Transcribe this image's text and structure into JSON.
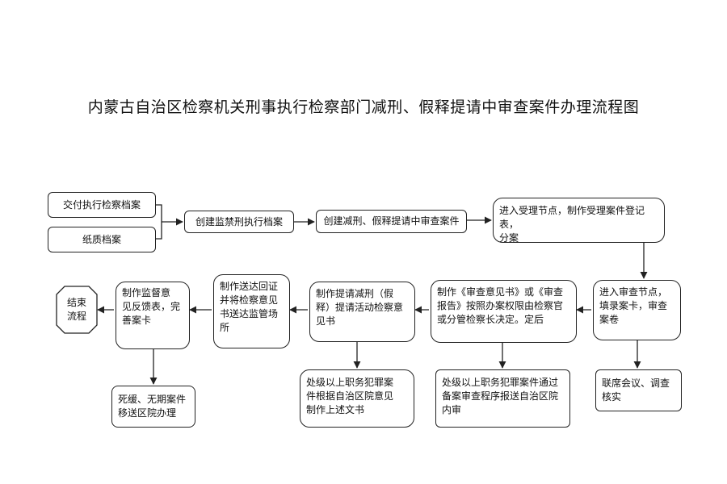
{
  "title": "内蒙古自治区检察机关刑事执行检察部门减刑、假释提请中审查案件办理流程图",
  "nodes": {
    "deliver_archive": "交付执行检察档案",
    "paper_archive": "纸质档案",
    "create_prison_archive": "创建监禁刑执行档案",
    "create_case": "创建减刑、假释提请中审查案件",
    "accept_node": "进入受理节点，制作受理案件登记表，\n分案",
    "review_node": "进入审查节点，\n填录案卡，审查\n案卷",
    "joint_meeting": "联席会议、调查\n核实",
    "make_opinion": "制作《审查意见书》或《审查\n报告》按照办案权限由检察官\n或分管检察长决定。定后",
    "report_region": "处级以上职务犯罪案件通过\n备案审查程序报送自治区院\n内审",
    "make_proposal": "制作提请减刑（假\n释）提请活动检察意\n见书",
    "per_region_opinion": "处级以上职务犯罪案\n件根据自治区院意见\n制作上述文书",
    "deliver_receipt": "制作送达回证\n并将检察意见\n书送达监管场\n所",
    "supervise_feedback": "制作监督意\n见反馈表，完\n善案卡",
    "transfer_region": "死缓、无期案件\n移送区院办理",
    "end_process": "结束\n流程"
  }
}
